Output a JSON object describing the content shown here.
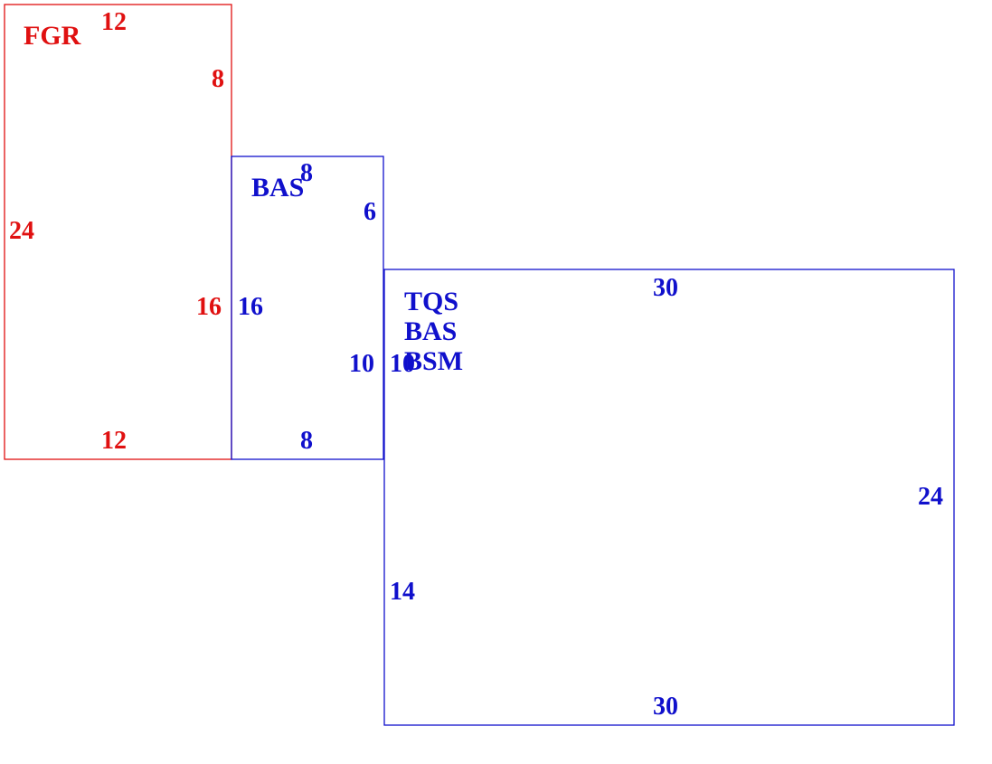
{
  "colors": {
    "red": "#e01010",
    "blue": "#1010cc"
  },
  "areas": {
    "fgr": {
      "color": "red",
      "codes": [
        "FGR"
      ],
      "dims": {
        "top": "12",
        "right_upper": "8",
        "left": "24",
        "right_lower": "16",
        "bottom": "12"
      }
    },
    "bas": {
      "color": "blue",
      "codes": [
        "BAS"
      ],
      "dims": {
        "top": "8",
        "right_upper": "6",
        "left": "16",
        "right_lower": "10",
        "bottom": "8"
      }
    },
    "main": {
      "color": "blue",
      "codes": [
        "TQS",
        "BAS",
        "BSM"
      ],
      "dims": {
        "top": "30",
        "left_upper": "10",
        "right": "24",
        "left_lower": "14",
        "bottom": "30"
      }
    }
  }
}
